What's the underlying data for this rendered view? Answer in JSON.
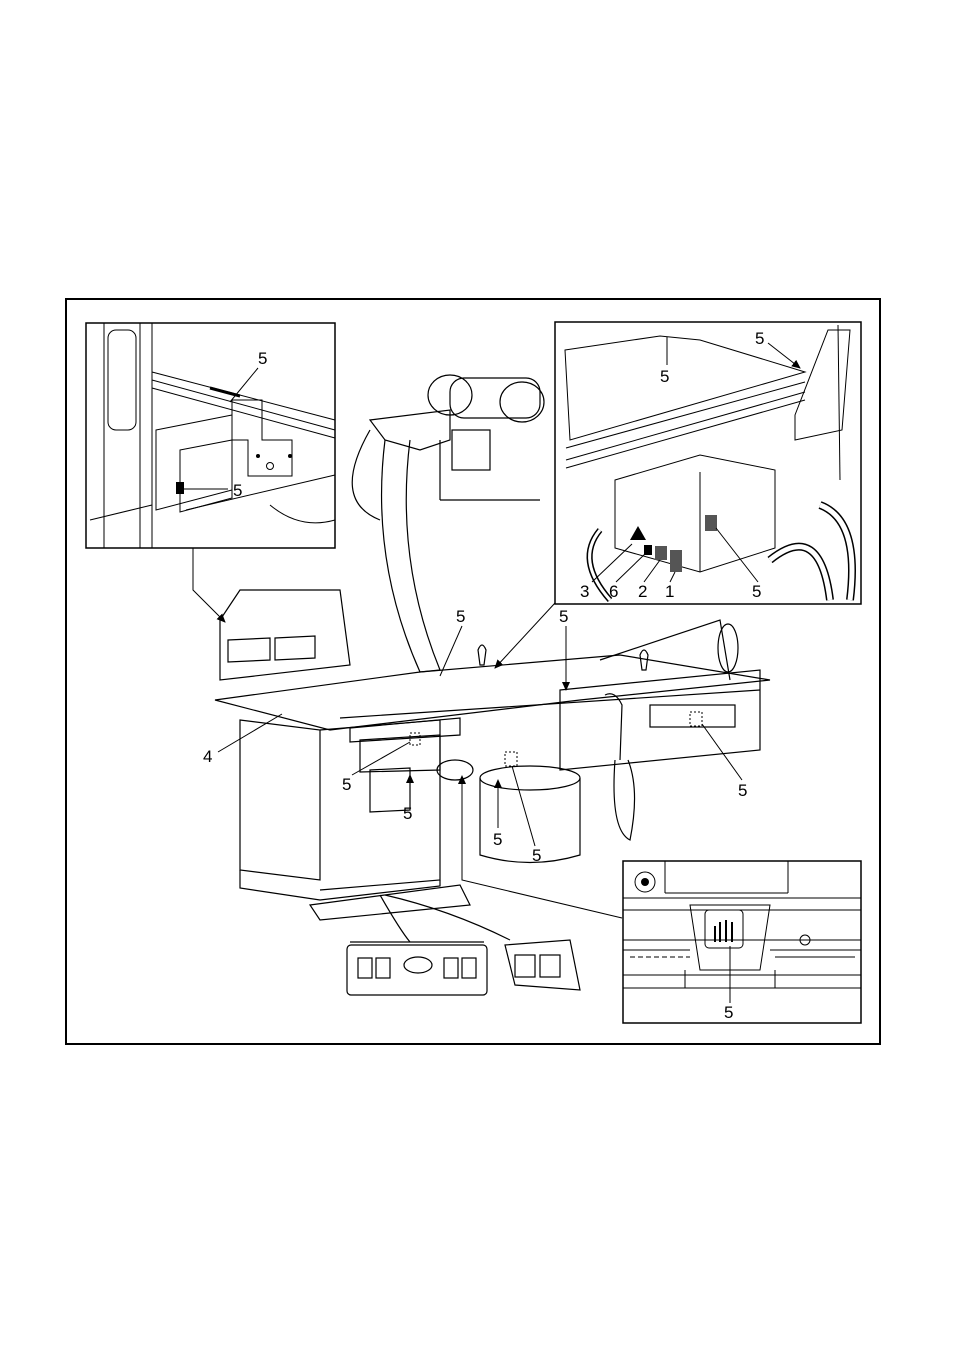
{
  "diagram": {
    "callouts": {
      "top_left_rail": "5",
      "top_left_box": "5",
      "top_right_tube": "5",
      "top_right_edge": "5",
      "top_right_n3": "3",
      "top_right_n6": "6",
      "top_right_n2": "2",
      "top_right_n1": "1",
      "top_right_box": "5",
      "main_table_center": "5",
      "main_table_right": "5",
      "main_n4": "4",
      "main_left_box": "5",
      "main_left_arrow": "5",
      "main_center_arrows": "5",
      "main_center_box": "5",
      "main_right_panel": "5",
      "bottom_right_detail": "5"
    }
  }
}
